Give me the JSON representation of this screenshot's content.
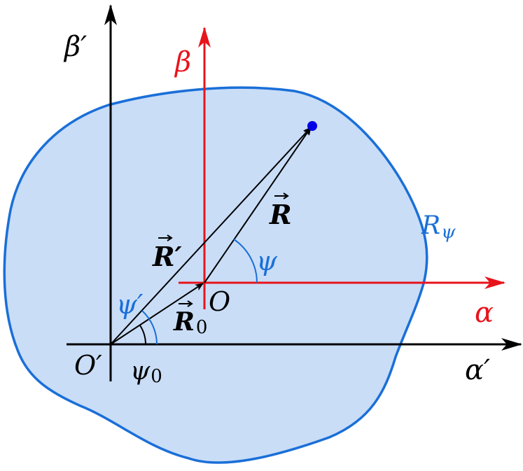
{
  "colors": {
    "region_fill": "#c9ddf7",
    "region_stroke": "#1a6fd8",
    "black": "#000000",
    "red": "#e8141c",
    "blue_label": "#1a6fd8",
    "point": "#0000e6"
  },
  "labels": {
    "beta_prime": "β′",
    "beta": "β",
    "alpha": "α",
    "alpha_prime": "α′",
    "origin": "O",
    "origin_prime": "O′",
    "R_vec": "R",
    "R_prime_vec": "R′",
    "R0_vec": "R",
    "R0_sub": "0",
    "psi": "ψ",
    "psi_prime": "ψ′",
    "psi0": "ψ",
    "psi0_sub": "0",
    "curve_R": "R",
    "curve_sub": "ψ"
  }
}
